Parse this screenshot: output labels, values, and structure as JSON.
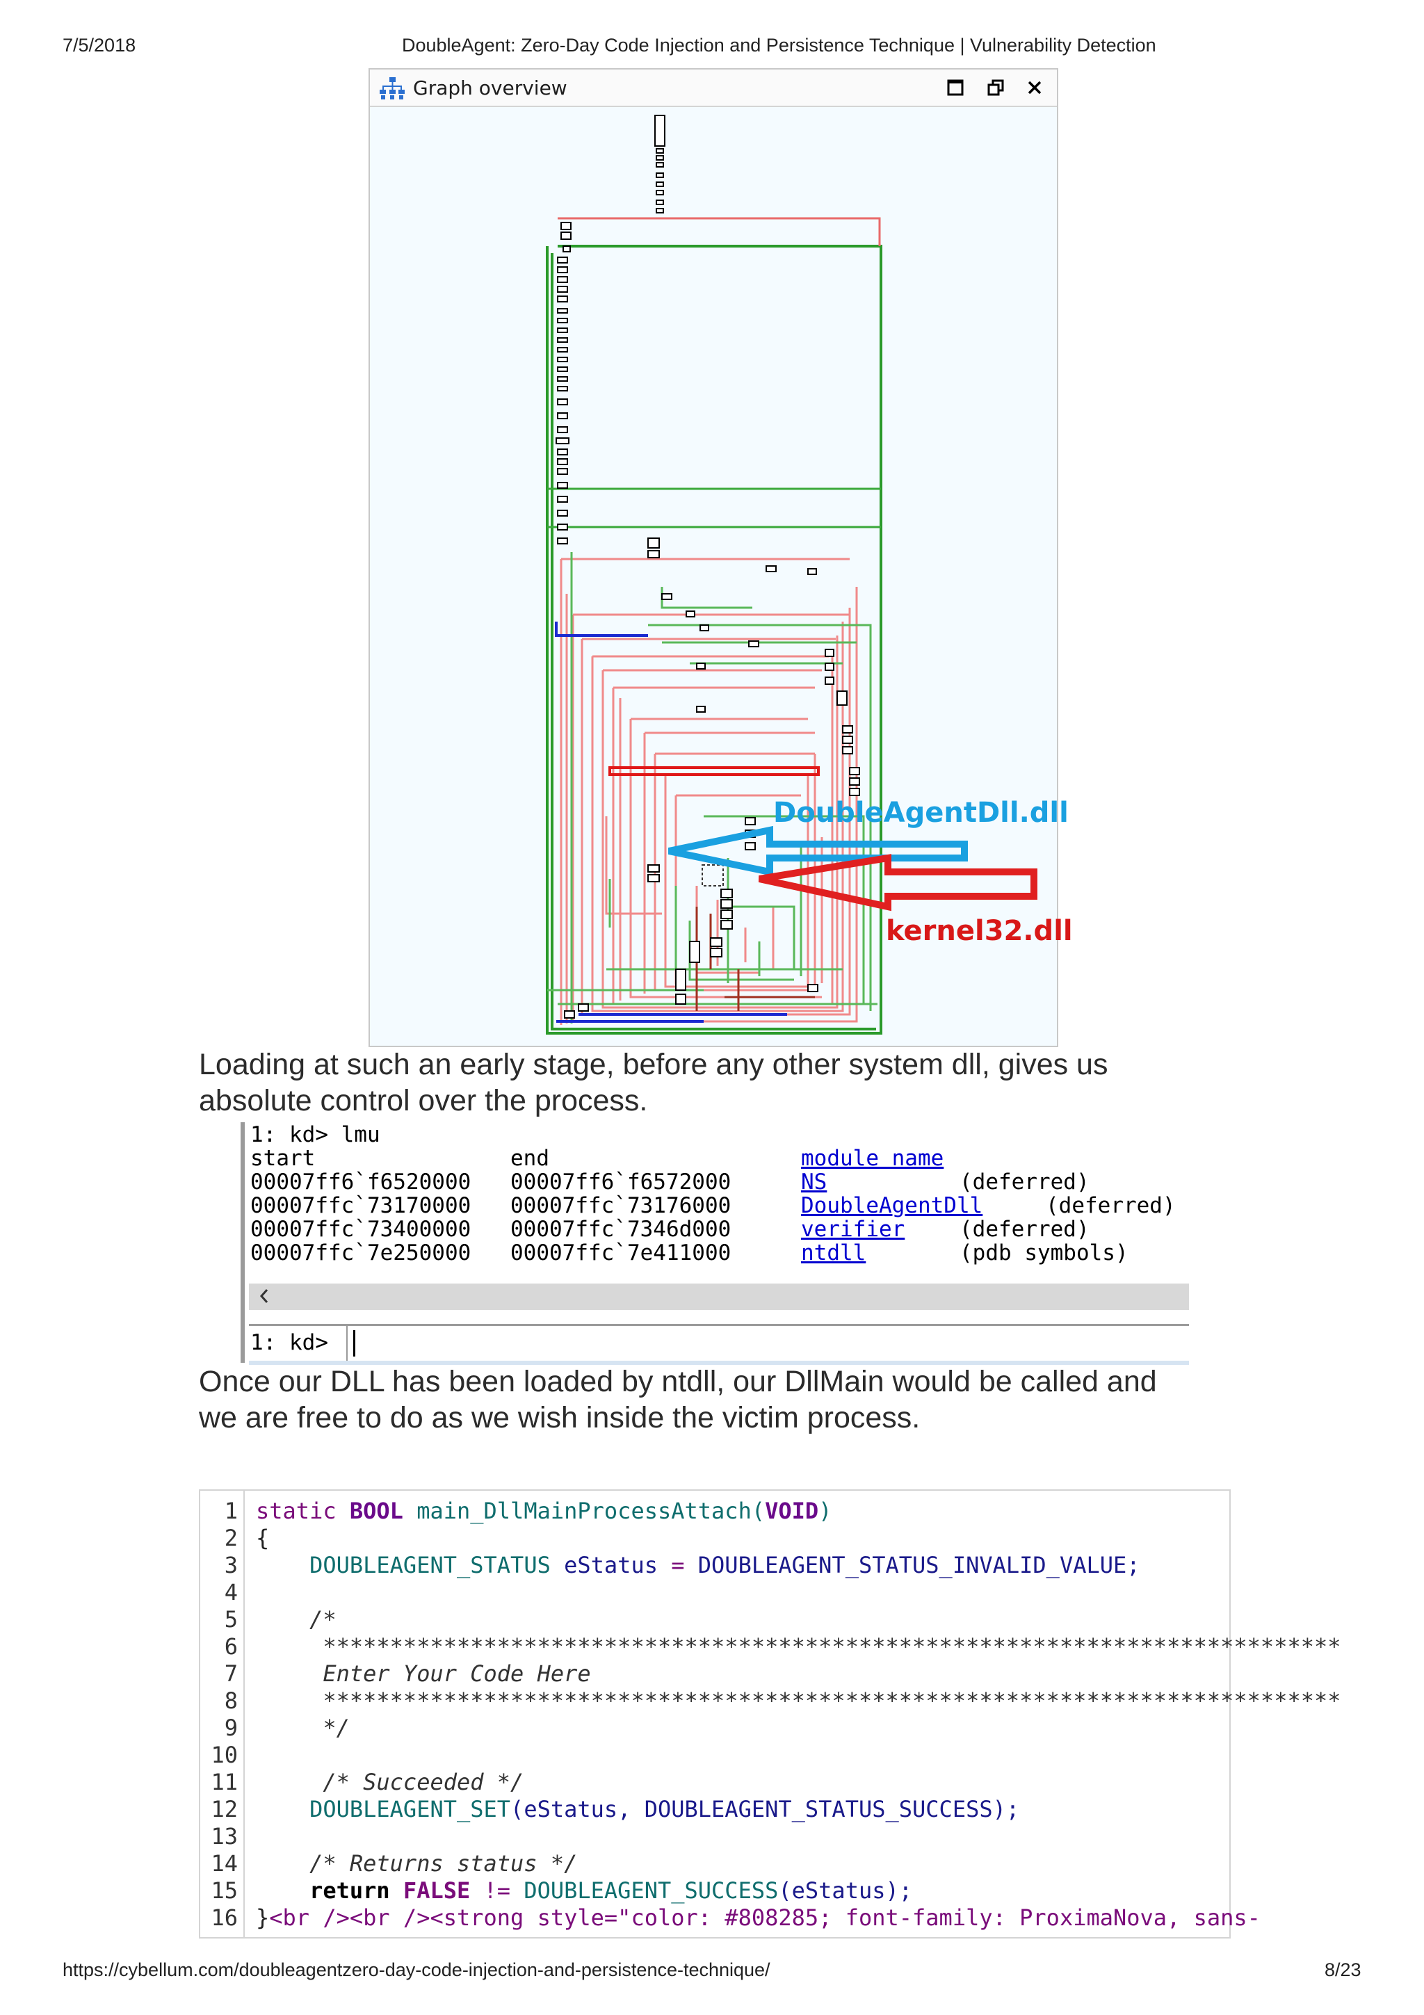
{
  "header": {
    "date": "7/5/2018",
    "title": "DoubleAgent: Zero-Day Code Injection and Persistence Technique | Vulnerability Detection"
  },
  "graph_window": {
    "title": "Graph overview",
    "annotations": {
      "blue_label": "DoubleAgentDll.dll",
      "red_label": "kernel32.dll"
    },
    "colors": {
      "blue_arrow": "#1aa0e0",
      "red_arrow": "#e02020",
      "edge_green": "#2a9a2a",
      "edge_red": "#f08080"
    }
  },
  "paragraph1": {
    "line1": "Loading at such an early stage, before any other system dll, gives us",
    "line2": "absolute control over the process."
  },
  "debugger": {
    "command_line": "1: kd> lmu",
    "columns": {
      "start": "start",
      "end": "end",
      "module": "module name"
    },
    "rows": [
      {
        "start": "00007ff6`f6520000",
        "end": "00007ff6`f6572000",
        "module": "NS",
        "status": "(deferred)"
      },
      {
        "start": "00007ffc`73170000",
        "end": "00007ffc`73176000",
        "module": "DoubleAgentDll",
        "status": "(deferred)"
      },
      {
        "start": "00007ffc`73400000",
        "end": "00007ffc`7346d000",
        "module": "verifier",
        "status": "(deferred)"
      },
      {
        "start": "00007ffc`7e250000",
        "end": "00007ffc`7e411000",
        "module": "ntdll",
        "status": "(pdb symbols)"
      }
    ],
    "prompt": "1: kd>"
  },
  "paragraph2": {
    "line1": "Once our DLL has been loaded by ntdll, our DllMain would be called and",
    "line2": "we are free to do as we wish inside the victim process."
  },
  "code": {
    "line_numbers": [
      "1",
      "2",
      "3",
      "4",
      "5",
      "6",
      "7",
      "8",
      "9",
      "10",
      "11",
      "12",
      "13",
      "14",
      "15",
      "16"
    ],
    "l1": {
      "a": "static ",
      "b": "BOOL",
      "c": " main_DllMainProcessAttach(",
      "d": "VOID",
      "e": ")"
    },
    "l2": "{",
    "l3": {
      "a": "    DOUBLEAGENT_STATUS",
      "b": " eStatus ",
      "c": "=",
      "d": " DOUBLEAGENT_STATUS_INVALID_VALUE;"
    },
    "l5": "    /*",
    "l6": "     ****************************************************************************",
    "l7": "     Enter Your Code Here",
    "l8": "     ****************************************************************************",
    "l9": "     */",
    "l11": "     /* Succeeded */",
    "l12": {
      "a": "    DOUBLEAGENT_SET",
      "b": "(eStatus, DOUBLEAGENT_STATUS_SUCCESS);"
    },
    "l14": "    /* Returns status */",
    "l15": {
      "a": "    return",
      "b": " FALSE",
      "c": " != ",
      "d": "DOUBLEAGENT_SUCCESS",
      "e": "(eStatus);"
    },
    "l16": {
      "a": "}",
      "b": "<br /><br /><strong style=\"color: #808285; font-family: ProximaNova, sans-"
    }
  },
  "footer": {
    "url": "https://cybellum.com/doubleagentzero-day-code-injection-and-persistence-technique/",
    "page": "8/23"
  }
}
